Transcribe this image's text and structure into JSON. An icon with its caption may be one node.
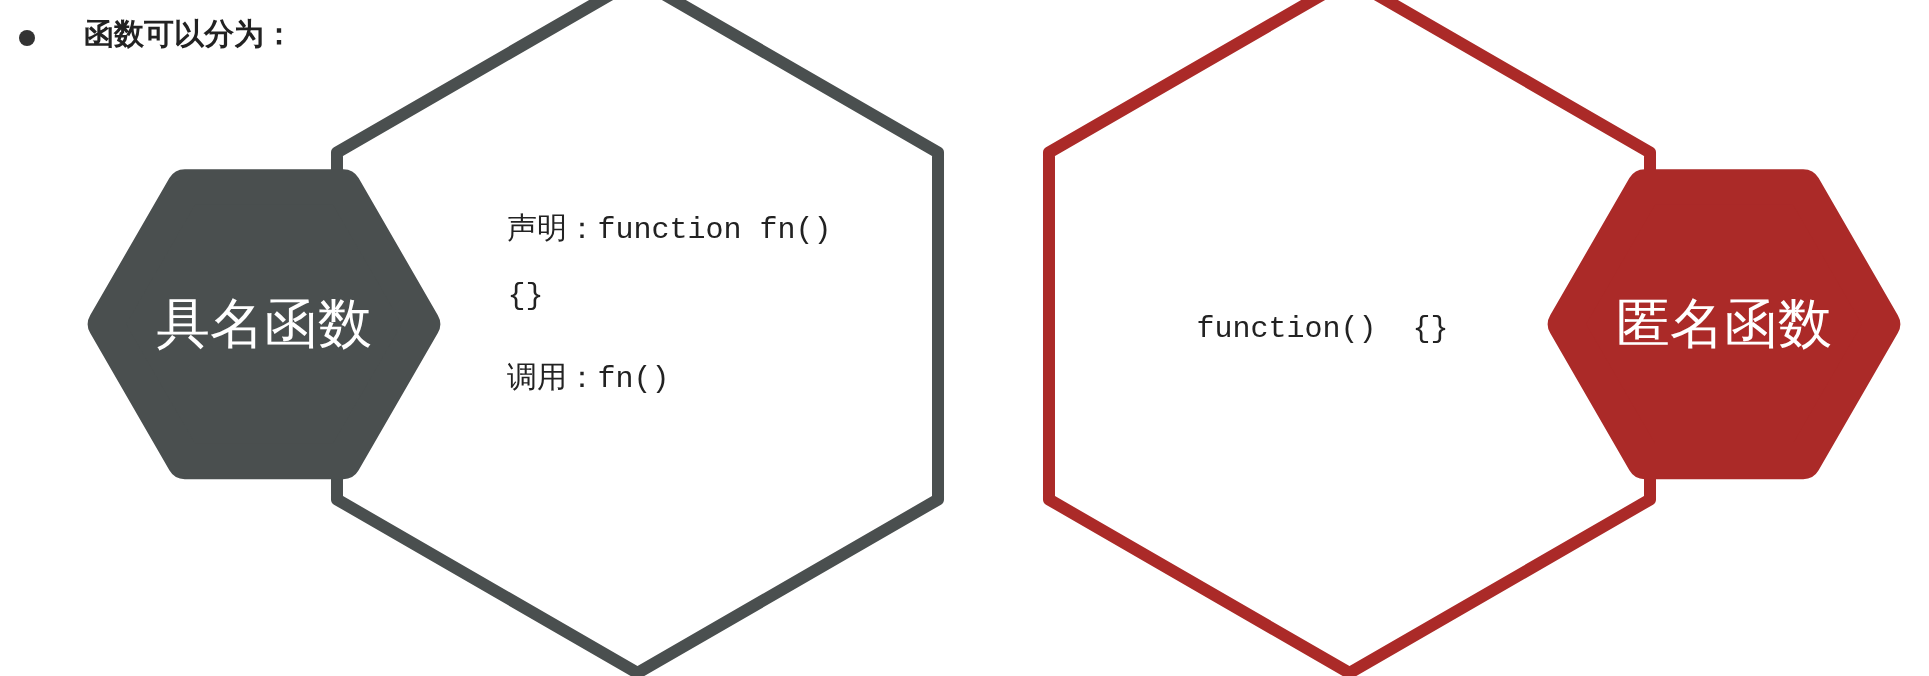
{
  "diagram": {
    "title": "函数可以分为：",
    "nodes": [
      {
        "text": [
          "声明：function fn() {}",
          "调用：fn()"
        ]
      },
      {
        "text": [
          "具名函数"
        ]
      },
      {
        "text": [
          "function()  {}"
        ]
      },
      {
        "text": [
          "匿名函数"
        ]
      }
    ]
  }
}
